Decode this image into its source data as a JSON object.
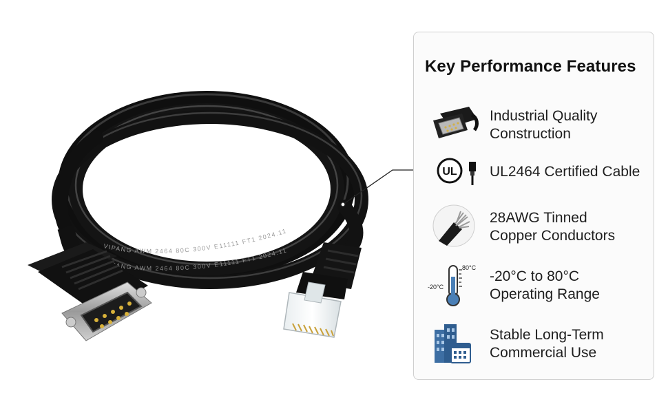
{
  "panel": {
    "title": "Key Performance Features",
    "features": [
      {
        "icon": "db9-connector-icon",
        "line1": "Industrial Quality",
        "line2": "Construction"
      },
      {
        "icon": "ul-certified-icon",
        "ul_mark": "UL",
        "line1": "UL2464 Certified Cable",
        "line2": ""
      },
      {
        "icon": "copper-conductor-icon",
        "line1": "28AWG Tinned",
        "line2": "Copper Conductors"
      },
      {
        "icon": "thermometer-icon",
        "temp_high": "80°C",
        "temp_low": "-20°C",
        "line1": "-20°C to 80°C",
        "line2": "Operating Range"
      },
      {
        "icon": "building-calendar-icon",
        "line1": "Stable Long-Term",
        "line2": "Commercial Use"
      }
    ]
  },
  "cable": {
    "print_outer": "VIPANG  AWM  2464  80C  300V  E11111  FT1  2024.11",
    "print_inner": "VIPANG  AWM  2464  80C  300V  E11111  FT1  2024.11"
  },
  "colors": {
    "cable": "#161616",
    "accent": "#2a6fb0",
    "panel_border": "#cfcfcf"
  }
}
